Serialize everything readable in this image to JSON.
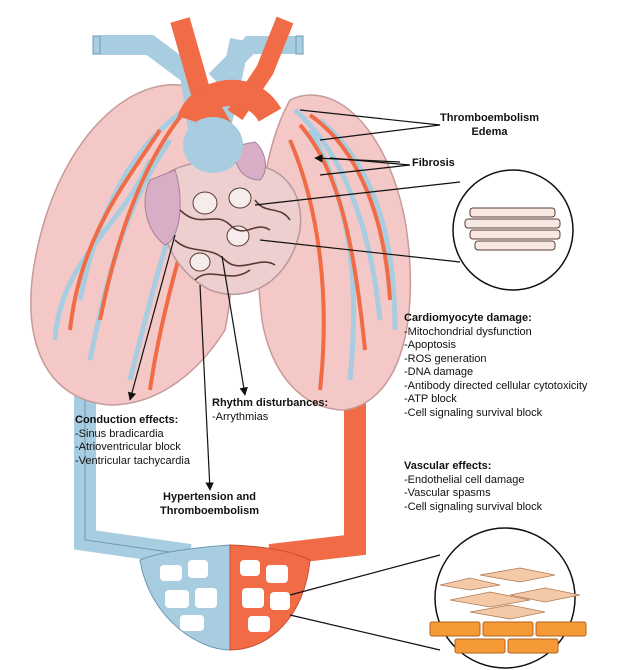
{
  "colors": {
    "vein": "#a9cde0",
    "artery": "#f06b46",
    "lung": "#f3c8c6",
    "heart": "#eecfd0",
    "atrium": "#d8aec6",
    "nerve": "#5a3c34",
    "cell": "#f4c9a8",
    "endothelium": "#f59a36"
  },
  "labels": {
    "thromboembolism_edema": {
      "line1": "Thromboembolism",
      "line2": "Edema"
    },
    "fibrosis": "Fibrosis",
    "cardiomyocyte": {
      "title": "Cardiomyocyte damage:",
      "items": [
        "-Mitochondrial dysfunction",
        "-Apoptosis",
        "-ROS generation",
        "-DNA damage",
        "-Antibody directed cellular cytotoxicity",
        "-ATP block",
        "-Cell signaling survival block"
      ]
    },
    "vascular": {
      "title": "Vascular effects:",
      "items": [
        "-Endothelial cell damage",
        "-Vascular spasms",
        "-Cell signaling survival block"
      ]
    },
    "conduction": {
      "title": "Conduction effects:",
      "items": [
        "-Sinus bradicardia",
        "-Atrioventricular block",
        "-Ventricular tachycardia"
      ]
    },
    "rhythm": {
      "title": "Rhythm disturbances:",
      "items": [
        "-Arrythmias"
      ]
    },
    "hypertension": {
      "line1": "Hypertension and",
      "line2": "Thromboembolism"
    }
  }
}
